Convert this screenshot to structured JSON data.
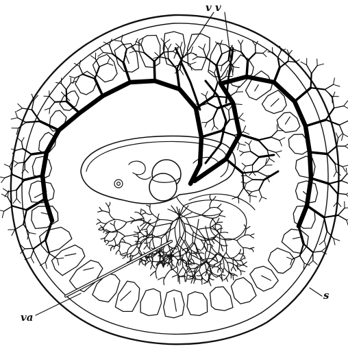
{
  "labels": {
    "vv": "v v",
    "va": "va",
    "s": "s"
  },
  "colors": {
    "ink": "#111111",
    "vessel": "#000000",
    "paper": "#ffffff"
  }
}
